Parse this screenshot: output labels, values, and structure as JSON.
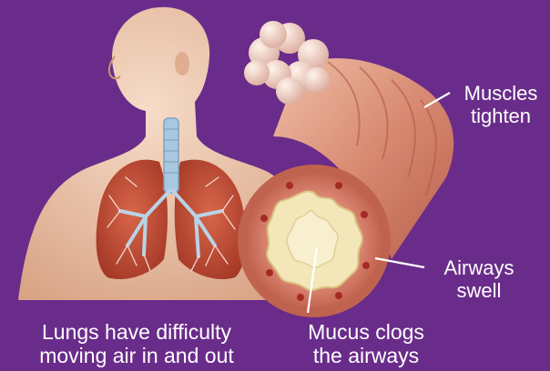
{
  "background_color": "#6a2c8a",
  "labels": {
    "muscles": [
      "Muscles",
      "tighten"
    ],
    "airways": [
      "Airways",
      "swell"
    ],
    "lungs": [
      "Lungs have difficulty",
      "moving air in and out"
    ],
    "mucus": [
      "Mucus clogs",
      "the airways"
    ]
  },
  "illustration": {
    "figure": "human-torso-with-lungs",
    "inset": "inflamed-bronchiole-cross-section",
    "alveoli": "alveoli-cluster"
  },
  "colors": {
    "skin": "#eac3a8",
    "lung": "#b8452f",
    "trachea": "#a9c8df",
    "airway_wall": "#c7705c",
    "mucus": "#f3e7b9",
    "pointer": "#ffffff"
  }
}
